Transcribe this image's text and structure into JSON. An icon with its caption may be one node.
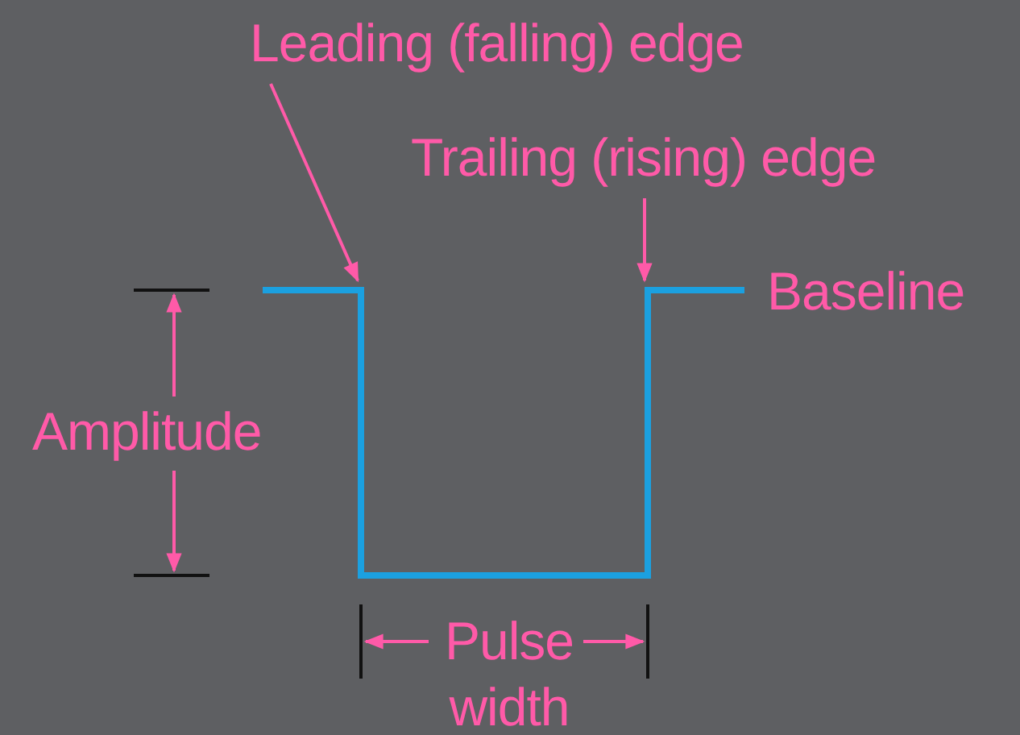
{
  "diagram": {
    "nodes": [
      {
        "text": [
          "Leading (falling) edge"
        ]
      },
      {
        "text": [],
        "shape": "line"
      },
      {
        "text": [
          "Trailing (rising) edge"
        ]
      },
      {
        "text": [],
        "shape": "line"
      }
    ],
    "edges": [
      {
        "from": 0,
        "to": 1,
        "arrow": "to"
      },
      {
        "from": 2,
        "to": 3,
        "arrow": "to"
      }
    ],
    "labels": [
      "Baseline",
      "Amplitude",
      "Pulse width"
    ]
  }
}
